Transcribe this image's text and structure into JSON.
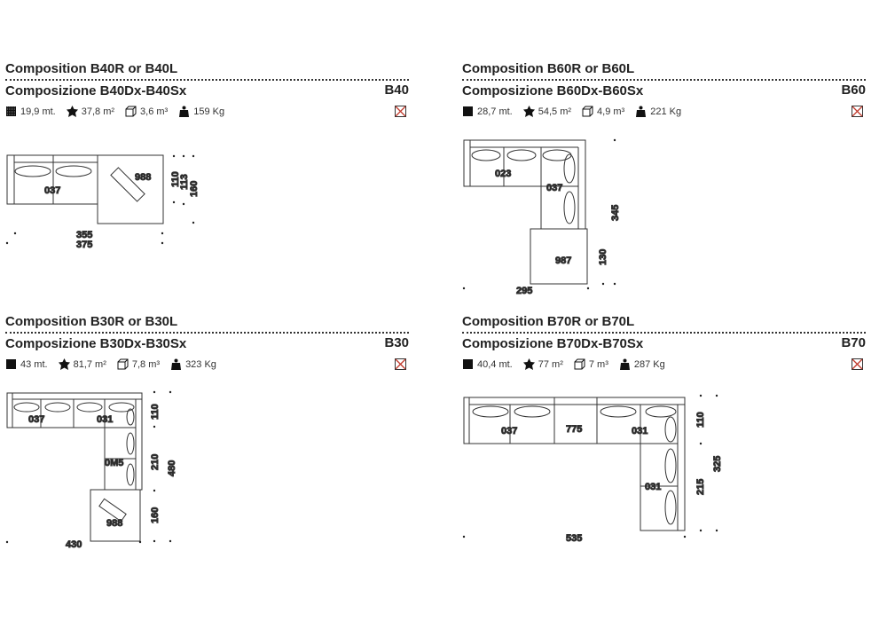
{
  "panels": [
    {
      "title": "Composition B40R or B40L",
      "subtitle": "Composizione B40Dx-B40Sx",
      "code": "B40",
      "length": "19,9 mt.",
      "area": "37,8 m²",
      "volume": "3,6 m³",
      "weight": "159 Kg",
      "labels": {
        "m1": "037",
        "m2": "988",
        "d1": "110",
        "d2": "113",
        "d3": "160",
        "w1": "355",
        "w2": "375"
      }
    },
    {
      "title": "Composition B60R or B60L",
      "subtitle": "Composizione B60Dx-B60Sx",
      "code": "B60",
      "length": "28,7 mt.",
      "area": "54,5 m²",
      "volume": "4,9 m³",
      "weight": "221 Kg",
      "labels": {
        "m1": "023",
        "m2": "037",
        "m3": "987",
        "d1": "345",
        "d2": "130",
        "w1": "295"
      }
    },
    {
      "title": "Composition B30R or B30L",
      "subtitle": "Composizione B30Dx-B30Sx",
      "code": "B30",
      "length": "43 mt.",
      "area": "81,7 m²",
      "volume": "7,8 m³",
      "weight": "323 Kg",
      "labels": {
        "m1": "037",
        "m2": "031",
        "m3": "0M5",
        "m4": "988",
        "d1": "110",
        "d2": "210",
        "d3": "480",
        "d4": "160",
        "w1": "430"
      }
    },
    {
      "title": "Composition B70R or B70L",
      "subtitle": "Composizione B70Dx-B70Sx",
      "code": "B70",
      "length": "40,4 mt.",
      "area": "77 m²",
      "volume": "7 m³",
      "weight": "287 Kg",
      "labels": {
        "m1": "037",
        "m2": "775",
        "m3": "031",
        "m4": "031",
        "d1": "110",
        "d2": "215",
        "d3": "325",
        "w1": "535"
      }
    }
  ],
  "colors": {
    "line": "#333333",
    "cross": "#c0392b"
  }
}
